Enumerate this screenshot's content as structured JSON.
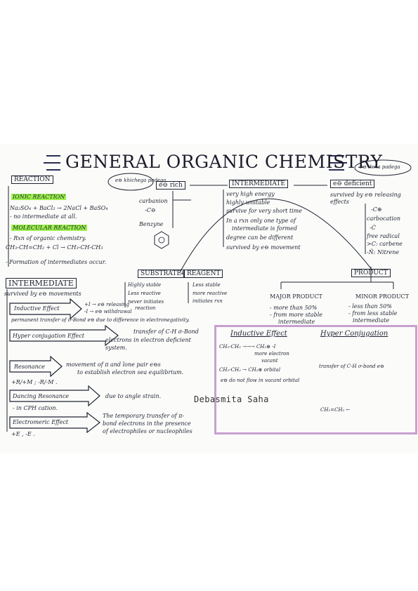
{
  "title": "GENERAL ORGANIC CHEMISTRY",
  "author": "Debasmita Saha",
  "reaction": {
    "heading": "REACTION",
    "ionic_heading": "IONIC REACTION",
    "ionic_eq": "Na₂SO₄ + BaCl₂ → 2NaCl + BaSO₄",
    "ionic_note": "- no intermediate at all.",
    "molecular_heading": "MOLECULAR REACTION",
    "molecular_note": "- Rxn of organic chemistry.",
    "molecular_eq": "CH₃-CH=CH₂ + Cl → CH₃-CH-CH₃",
    "formation": "- Formation of intermediates occur."
  },
  "e_rich": {
    "bubble": "e⊖ khichega padega",
    "box": "e⊖ rich",
    "items": [
      "carbanion",
      "-C⊖",
      "Benzyne"
    ]
  },
  "intermediate_center": {
    "box": "INTERMEDIATE",
    "points": [
      "very high energy",
      "highly unstable",
      "survive for very short time",
      "In a rxn only one type of",
      "intermediate is formed",
      "degree can be different",
      "survived by e⊖ movement"
    ]
  },
  "e_deficient": {
    "bubble": "e⊖ dena padega",
    "box": "e⊖ deficient",
    "points": [
      "survived by e⊖ releasing",
      "effects"
    ],
    "items": [
      "-C⊕",
      "carbocation",
      "-Ċ",
      "free radical",
      ">C: carbene",
      "-N̈: Nitrene"
    ]
  },
  "substrate_reagent": {
    "substrate": "SUBSTRATE",
    "reagent": "REAGENT",
    "plus": "+",
    "substrate_points": [
      "Highly stable",
      "Less reactive",
      "never initiates",
      "reaction"
    ],
    "reagent_points": [
      "Less stable",
      "more reactive",
      "initiates rxn"
    ]
  },
  "product": {
    "box": "PRODUCT",
    "major": "MAJOR PRODUCT",
    "minor": "MINOR PRODUCT",
    "major_points": [
      "- more than 50%",
      "- from more stable",
      "intermediate"
    ],
    "minor_points": [
      "- less than 50%",
      "- from less stable",
      "intermediate"
    ]
  },
  "intermediate_left": {
    "heading": "INTERMEDIATE",
    "subtitle": "survived by e⊖ movements",
    "inductive": "Inductive Effect",
    "inductive_notes": [
      "+I → e⊖ releasing",
      "-I → e⊖ withdrawal"
    ],
    "permanent": "permanent transfer of σ-Bond e⊖ due to difference in electronegativity.",
    "hyperconj": "Hyper conjugation Effect",
    "hyperconj_desc": [
      "transfer of C-H σ-Bond",
      "electrons in electron deficient",
      "system."
    ],
    "resonance": "Resonance",
    "resonance_desc": [
      "movement of π and lone pair e⊖s",
      "to establish electron sea equilibrium."
    ],
    "resonance_types": "+R/+M ; -R/-M .",
    "dancing": "Dancing Resonance",
    "dancing_desc": "due to angle strain.",
    "dancing_note": "- in CPH cation.",
    "electromeric": "Electromeric Effect",
    "electromeric_desc": [
      "The temporary transfer of π-",
      "bond electrons in the presence",
      "of electrophiles or nucleophiles"
    ],
    "electromeric_types": "+E , -E ."
  },
  "effects_panel": {
    "inductive_title": "Inductive Effect",
    "hyper_title": "Hyper Conjugation",
    "inductive_lines": [
      "CH₃-CH₂ →→→ CH₂⊕ -I",
      "more electron",
      "vacant",
      "CH₃-CH₂ → CH₂⊕ orbital",
      "e⊖ do not flow in vacant orbital"
    ],
    "hyper_lines": [
      "transfer of C-H σ-bond e⊖",
      "CH₂=CH₂ ←"
    ]
  },
  "colors": {
    "highlight": "#9cf04d",
    "panel_border": "#c7a0cf",
    "ink": "#1f2430"
  }
}
